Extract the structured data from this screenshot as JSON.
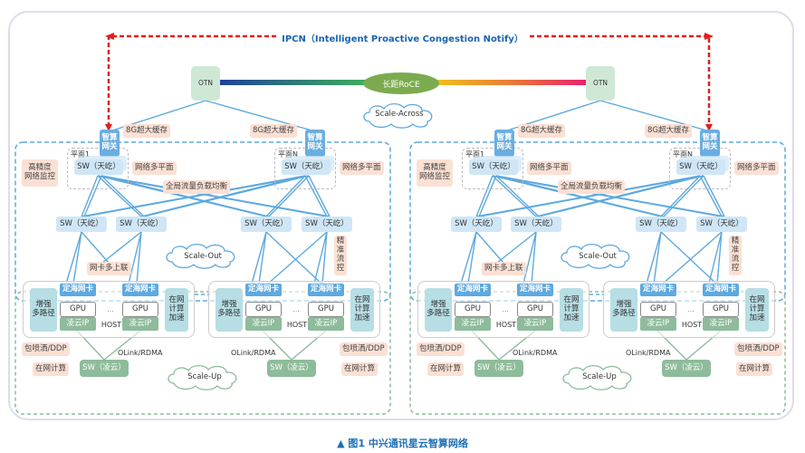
{
  "ipcn_label": "IPCN（Intelligent Proactive Congestion Notify）",
  "center": {
    "otn_label": "OTN",
    "roce_label": "长距RoCE",
    "scale_across": "Scale-Across"
  },
  "colors": {
    "ipcn_arrow": "#e0201f",
    "link_blue": "#5ea9df",
    "link_green": "#8ebc9b",
    "gradient_left": [
      "#1f3f9a",
      "#3cb05a"
    ],
    "gradient_right": [
      "#f0c020",
      "#e8206e"
    ],
    "caption": "#1f6fb5"
  },
  "clusters": [
    {
      "gateways": [
        {
          "line1": "智算",
          "line2": "网关"
        },
        {
          "line1": "智算",
          "line2": "网关"
        }
      ],
      "cache_labels": [
        "8G超大缓存",
        "8G超大缓存"
      ],
      "plane_labels": [
        "平面1",
        "平面N"
      ],
      "spine_sw": [
        "SW（天屹）",
        "SW（天屹）"
      ],
      "multi_plane": [
        "网络多平面",
        "网络多平面"
      ],
      "monitor": {
        "line1": "高精度",
        "line2": "网络监控"
      },
      "load_balance": "全局流量负载均衡",
      "leaf_sw": [
        "SW（天屹）",
        "SW（天屹）",
        "SW（天屹）",
        "SW（天屹）"
      ],
      "scale_out": "Scale-Out",
      "nic_uplink": "网卡多上联",
      "flow_control": [
        "精",
        "准",
        "流",
        "控"
      ],
      "hosts": [
        {
          "nics": [
            "定海网卡",
            "定海网卡"
          ],
          "gpus": [
            "GPU",
            "GPU"
          ],
          "ips": [
            "凌云IP",
            "凌云IP"
          ],
          "ellipsis": "...",
          "host_label": "HOST",
          "multipath": {
            "line1": "增强",
            "line2": "多路径"
          },
          "incompute": {
            "line1": "在网",
            "line2": "计算",
            "line3": "加速"
          }
        },
        {
          "nics": [
            "定海网卡",
            "定海网卡"
          ],
          "gpus": [
            "GPU",
            "GPU"
          ],
          "ips": [
            "凌云IP",
            "凌云IP"
          ],
          "ellipsis": "...",
          "host_label": "HOST",
          "multipath": {
            "line1": "增强",
            "line2": "多路径"
          },
          "incompute": {
            "line1": "在网",
            "line2": "计算",
            "line3": "加速"
          }
        }
      ],
      "packet_spray": [
        "包喷洒/DDP",
        "包喷洒/DDP"
      ],
      "in_network": [
        "在网计算",
        "在网计算"
      ],
      "olink": [
        "OLink/RDMA",
        "OLink/RDMA"
      ],
      "lingyun_sw": [
        "SW（凌云）",
        "SW（凌云）"
      ],
      "scale_up": "Scale-Up"
    },
    {
      "gateways": [
        {
          "line1": "智算",
          "line2": "网关"
        },
        {
          "line1": "智算",
          "line2": "网关"
        }
      ],
      "cache_labels": [
        "8G超大缓存",
        "8G超大缓存"
      ],
      "plane_labels": [
        "平面1",
        "平面N"
      ],
      "spine_sw": [
        "SW（天屹）",
        "SW（天屹）"
      ],
      "multi_plane": [
        "网络多平面",
        "网络多平面"
      ],
      "monitor": {
        "line1": "高精度",
        "line2": "网络监控"
      },
      "load_balance": "全局流量负载均衡",
      "leaf_sw": [
        "SW（天屹）",
        "SW（天屹）",
        "SW（天屹）",
        "SW（天屹）"
      ],
      "scale_out": "Scale-Out",
      "nic_uplink": "网卡多上联",
      "flow_control": [
        "精",
        "准",
        "流",
        "控"
      ],
      "hosts": [
        {
          "nics": [
            "定海网卡",
            "定海网卡"
          ],
          "gpus": [
            "GPU",
            "GPU"
          ],
          "ips": [
            "凌云IP",
            "凌云IP"
          ],
          "ellipsis": "...",
          "host_label": "HOST",
          "multipath": {
            "line1": "增强",
            "line2": "多路径"
          },
          "incompute": {
            "line1": "在网",
            "line2": "计算",
            "line3": "加速"
          }
        },
        {
          "nics": [
            "定海网卡",
            "定海网卡"
          ],
          "gpus": [
            "GPU",
            "GPU"
          ],
          "ips": [
            "凌云IP",
            "凌云IP"
          ],
          "ellipsis": "...",
          "host_label": "HOST",
          "multipath": {
            "line1": "增强",
            "line2": "多路径"
          },
          "incompute": {
            "line1": "在网",
            "line2": "计算",
            "line3": "加速"
          }
        }
      ],
      "packet_spray": [
        "包喷洒/DDP",
        "包喷洒/DDP"
      ],
      "in_network": [
        "在网计算",
        "在网计算"
      ],
      "olink": [
        "OLink/RDMA",
        "OLink/RDMA"
      ],
      "lingyun_sw": [
        "SW（凌云）",
        "SW（凌云）"
      ],
      "scale_up": "Scale-Up"
    }
  ],
  "caption": {
    "marker": "▲",
    "text": "图1  中兴通讯星云智算网络"
  }
}
